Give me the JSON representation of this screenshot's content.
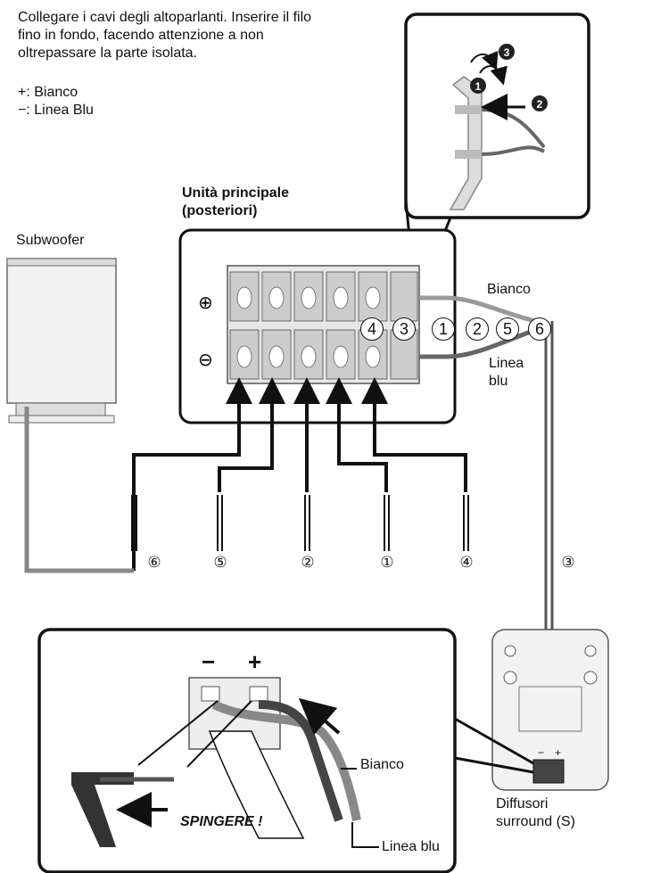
{
  "instructions": {
    "line1": "Collegare i cavi degli altoparlanti. Inserire il filo",
    "line2": "fino in fondo, facendo attenzione a non",
    "line3": "oltrepassare la parte isolata."
  },
  "legend": {
    "plus": "+: Bianco",
    "minus": "−: Linea Blu"
  },
  "main_unit": {
    "label_line1": "Unità principale",
    "label_line2": "(posteriori)",
    "plus_symbol": "⊕",
    "minus_symbol": "⊖",
    "terminal_numbers": [
      "4",
      "3",
      "1",
      "2",
      "5",
      "6"
    ]
  },
  "subwoofer": {
    "label": "Subwoofer"
  },
  "wire_labels": {
    "bianco_top": "Bianco",
    "linea_top": "Linea",
    "blu_top": "blu",
    "bianco_bottom": "Bianco",
    "linea_blu_bottom": "Linea blu"
  },
  "cable_numbers": [
    "⑥",
    "⑤",
    "②",
    "①",
    "④",
    "③"
  ],
  "detail_top": {
    "steps": [
      "1",
      "2",
      "3"
    ]
  },
  "detail_bottom": {
    "minus": "−",
    "plus": "+",
    "push_label": "SPINGERE !"
  },
  "surround": {
    "label_line1": "Diffusori",
    "label_line2": "surround (S)",
    "minus": "−",
    "plus": "+"
  }
}
